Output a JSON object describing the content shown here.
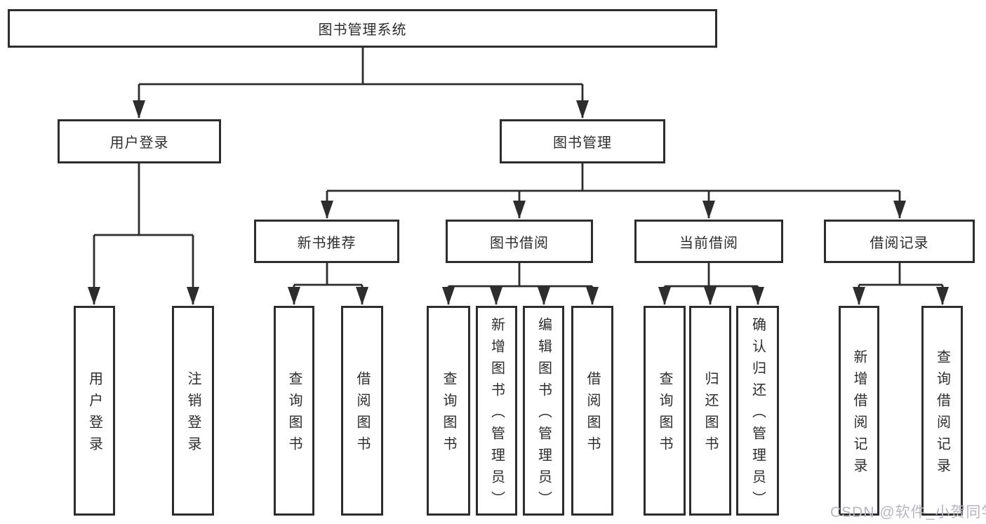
{
  "diagram": {
    "root": {
      "label": "图书管理系统"
    },
    "branches": [
      {
        "label": "用户登录",
        "leaves": [
          {
            "label": "用户登录"
          },
          {
            "label": "注销登录"
          }
        ]
      },
      {
        "label": "图书管理",
        "groups": [
          {
            "label": "新书推荐",
            "leaves": [
              {
                "label": "查询图书"
              },
              {
                "label": "借阅图书"
              }
            ]
          },
          {
            "label": "图书借阅",
            "leaves": [
              {
                "label": "查询图书"
              },
              {
                "label": "新增图书（管理员）"
              },
              {
                "label": "编辑图书（管理员）"
              },
              {
                "label": "借阅图书"
              }
            ]
          },
          {
            "label": "当前借阅",
            "leaves": [
              {
                "label": "查询图书"
              },
              {
                "label": "归还图书"
              },
              {
                "label": "确认归还（管理员）"
              }
            ]
          },
          {
            "label": "借阅记录",
            "leaves": [
              {
                "label": "新增借阅记录"
              },
              {
                "label": "查询借阅记录"
              }
            ]
          }
        ]
      }
    ]
  },
  "watermark": {
    "text": "CSDN @软件_小贺同学"
  },
  "colors": {
    "line": "#2d2d2d",
    "text": "#2d2d2d",
    "background": "#ffffff",
    "watermark": "#b6b6bf"
  }
}
